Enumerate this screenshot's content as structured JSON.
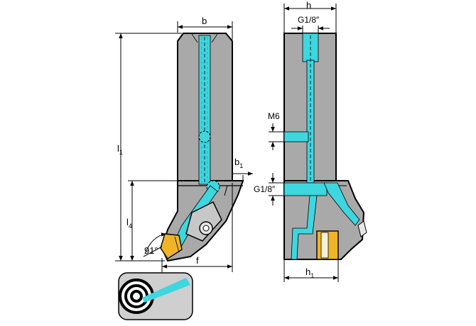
{
  "labels": {
    "b": "b",
    "h": "h",
    "g18_top": "G1/8″",
    "l1": "l",
    "l1_sub": "1",
    "b1": "b",
    "b1_sub": "1",
    "l4": "l",
    "l4_sub": "4",
    "m6": "M6",
    "g18_side": "G1/8″",
    "angle": "91°",
    "f": "f",
    "h1": "h",
    "h1_sub": "1"
  },
  "colors": {
    "body": "#a9a9a9",
    "coolant": "#3ed6df",
    "outline": "#000000",
    "insert": "#f0b428",
    "panel": "#cfcfcf"
  },
  "icons": {
    "coolant_symbol": "target-with-coolant-jet-icon"
  }
}
